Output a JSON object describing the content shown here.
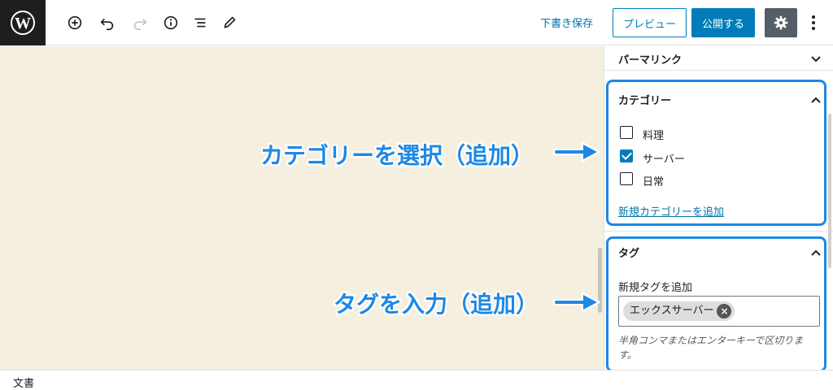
{
  "toolbar": {
    "save_draft": "下書き保存",
    "preview": "プレビュー",
    "publish": "公開する"
  },
  "sidebar": {
    "permalink_title": "パーマリンク",
    "categories": {
      "title": "カテゴリー",
      "items": [
        {
          "label": "料理",
          "checked": false
        },
        {
          "label": "サーバー",
          "checked": true
        },
        {
          "label": "日常",
          "checked": false
        }
      ],
      "add_link": "新規カテゴリーを追加"
    },
    "tags": {
      "title": "タグ",
      "input_label": "新規タグを追加",
      "chips": [
        "エックスサーバー"
      ],
      "help": "半角コンマまたはエンターキーで区切ります。"
    }
  },
  "annotations": {
    "category": "カテゴリーを選択（追加）",
    "tag": "タグを入力（追加）"
  },
  "footer": {
    "label": "文書"
  },
  "colors": {
    "accent": "#007cba",
    "highlight": "#1e88e5",
    "canvas": "#f5efe0",
    "dark": "#1e1e1e"
  }
}
